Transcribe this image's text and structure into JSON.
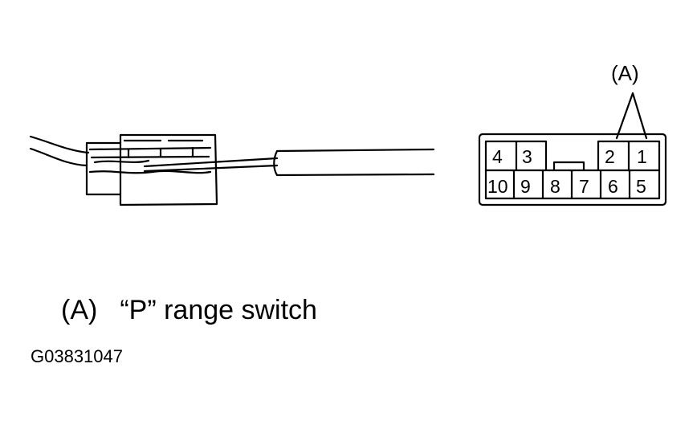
{
  "callout": {
    "marker": "(A)"
  },
  "connector": {
    "top_row_pins": [
      "4",
      "3",
      "2",
      "1"
    ],
    "bottom_row_pins": [
      "10",
      "9",
      "8",
      "7",
      "6",
      "5"
    ]
  },
  "legend": {
    "key": "(A)",
    "description": "“P” range switch"
  },
  "figure_code": "G03831047"
}
